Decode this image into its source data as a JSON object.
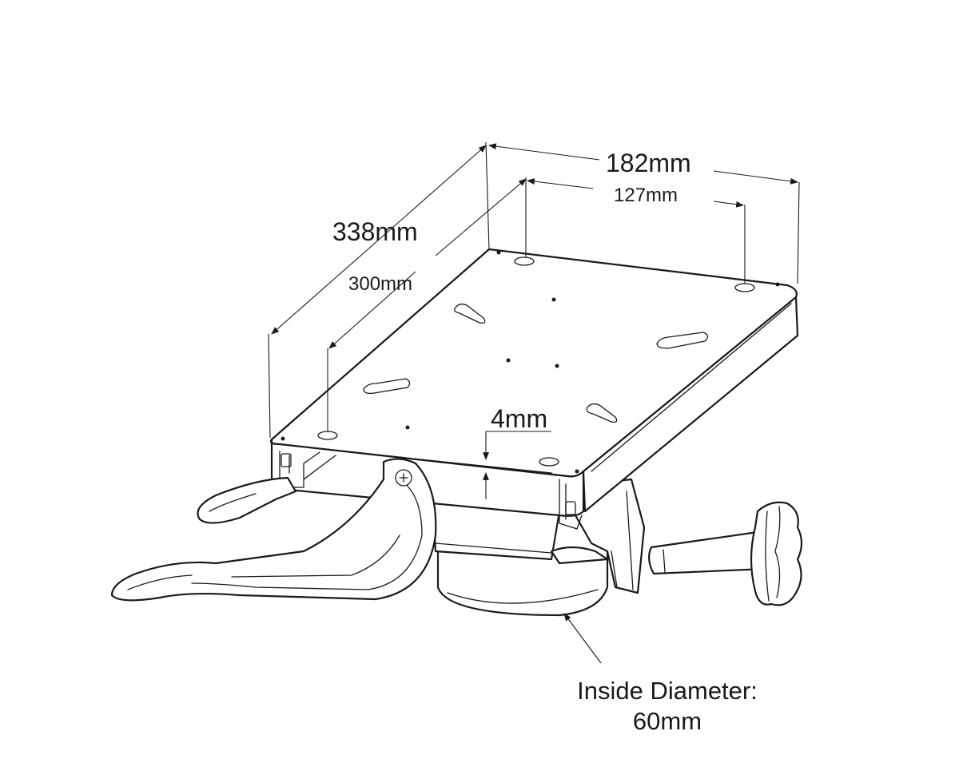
{
  "dimensions": {
    "width_outer": "182mm",
    "width_holes": "127mm",
    "length_outer": "338mm",
    "length_holes": "300mm",
    "thickness": "4mm",
    "inside_diameter_line1": "Inside Diameter:",
    "inside_diameter_line2": "60mm"
  },
  "colors": {
    "line": "#1a1a1a",
    "background": "#ffffff"
  }
}
